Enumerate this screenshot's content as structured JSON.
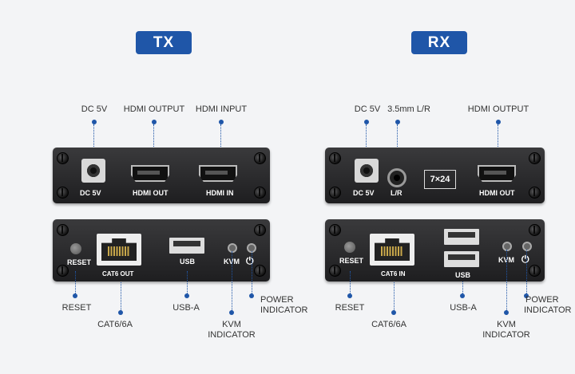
{
  "tx": {
    "title": "TX",
    "front": {
      "dc_label": "DC 5V",
      "hdmi_out_label": "HDMI OUTPUT",
      "hdmi_in_label": "HDMI INPUT",
      "port_dc": "DC 5V",
      "port_hdmi_out": "HDMI OUT",
      "port_hdmi_in": "HDMI IN"
    },
    "back": {
      "port_reset": "RESET",
      "port_cat6": "CAT6 OUT",
      "port_usb": "USB",
      "port_kvm": "KVM",
      "power_symbol": "⏻",
      "reset_label": "RESET",
      "cat6_label": "CAT6/6A",
      "usb_label": "USB-A",
      "kvm_label_1": "KVM",
      "kvm_label_2": "INDICATOR",
      "power_label_1": "POWER",
      "power_label_2": "INDICATOR"
    }
  },
  "rx": {
    "title": "RX",
    "front": {
      "dc_label": "DC 5V",
      "audio_label": "3.5mm L/R",
      "hdmi_out_label": "HDMI OUTPUT",
      "port_dc": "DC 5V",
      "port_lr": "L/R",
      "box_724": "7×24",
      "port_hdmi_out": "HDMI OUT"
    },
    "back": {
      "port_reset": "RESET",
      "port_cat6": "CAT6 IN",
      "port_usb": "USB",
      "port_kvm": "KVM",
      "power_symbol": "⏻",
      "reset_label": "RESET",
      "cat6_label": "CAT6/6A",
      "usb_label": "USB-A",
      "kvm_label_1": "KVM",
      "kvm_label_2": "INDICATOR",
      "power_label_1": "POWER",
      "power_label_2": "INDICATOR"
    }
  },
  "colors": {
    "accent": "#1f56a8",
    "panel": "#2a2a2c"
  }
}
